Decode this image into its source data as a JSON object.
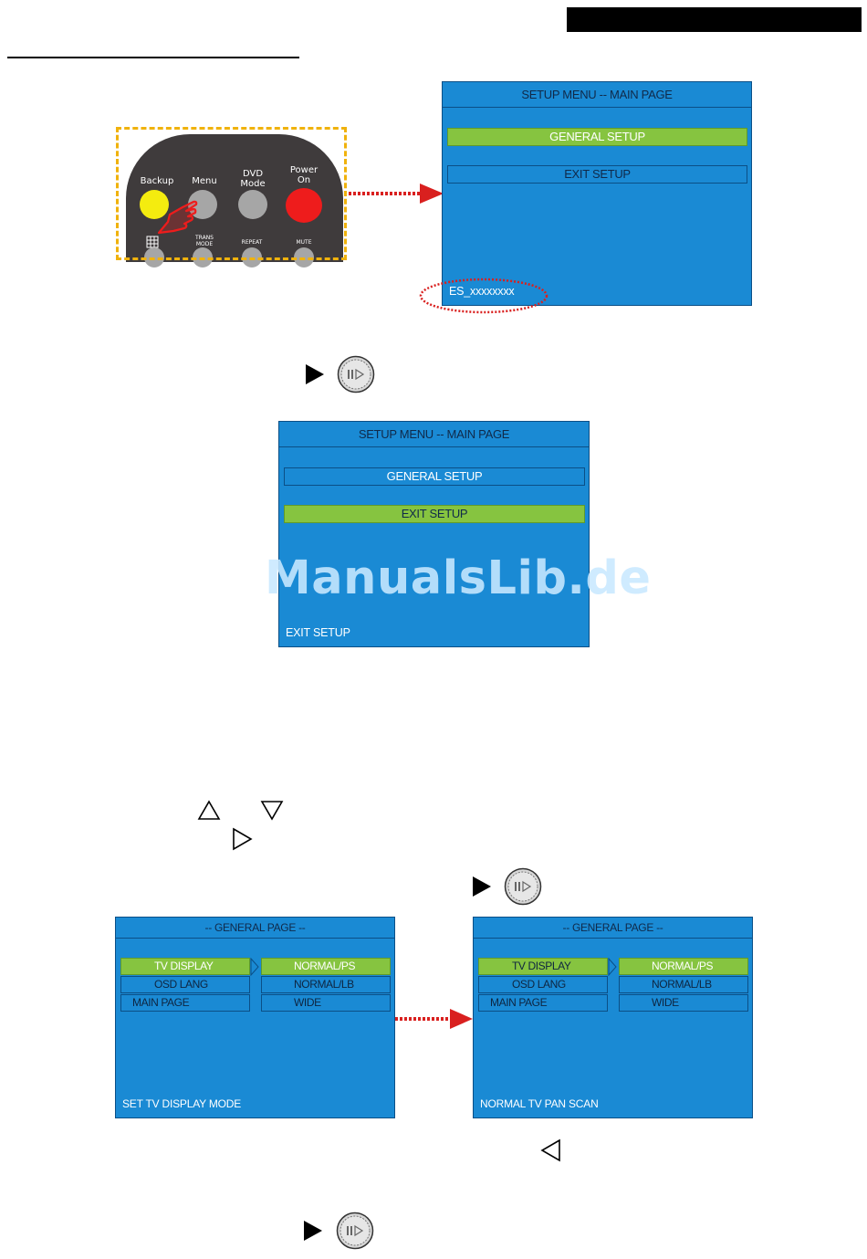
{
  "colors": {
    "osd_blue": "#1a8ad4",
    "highlight_green": "#86c440",
    "arrow_red": "#d9201f",
    "frame_yellow": "#f0b20c",
    "backup_yellow": "#f4ec0f",
    "power_red": "#ee1c1c"
  },
  "remote": {
    "buttons": {
      "backup": "Backup",
      "menu": "Menu",
      "dvd_mode": [
        "DVD",
        "Mode"
      ],
      "power_on": [
        "Power",
        "On"
      ]
    },
    "small_labels": {
      "trans_mode": [
        "TRANS",
        "MODE"
      ],
      "repeat": "REPEAT",
      "mute": "MUTE"
    }
  },
  "screen1": {
    "title": "SETUP MENU -- MAIN PAGE",
    "items": [
      "GENERAL SETUP",
      "EXIT SETUP"
    ],
    "selected_index": 0,
    "status": "ES_xxxxxxxx"
  },
  "screen2": {
    "title": "SETUP MENU -- MAIN PAGE",
    "items": [
      "GENERAL SETUP",
      "EXIT SETUP"
    ],
    "selected_index": 1,
    "status": "EXIT SETUP"
  },
  "watermark": "ManualsLib.de",
  "general_page_left": {
    "title": "-- GENERAL PAGE --",
    "menu": [
      "TV DISPLAY",
      "OSD LANG",
      "MAIN PAGE"
    ],
    "options": [
      "NORMAL/PS",
      "NORMAL/LB",
      "WIDE"
    ],
    "status": "SET TV DISPLAY MODE"
  },
  "general_page_right": {
    "title": "-- GENERAL PAGE --",
    "menu": [
      "TV DISPLAY",
      "OSD LANG",
      "MAIN PAGE"
    ],
    "options": [
      "NORMAL/PS",
      "NORMAL/LB",
      "WIDE"
    ],
    "status": "NORMAL TV PAN SCAN"
  },
  "icons": {
    "play_pause": "play-pause-button-icon",
    "play": "play-triangle-icon",
    "up": "up-triangle-icon",
    "down": "down-triangle-icon",
    "right": "right-triangle-icon",
    "left": "left-triangle-icon",
    "hand": "pointing-hand-icon",
    "grid": "grid-icon"
  }
}
